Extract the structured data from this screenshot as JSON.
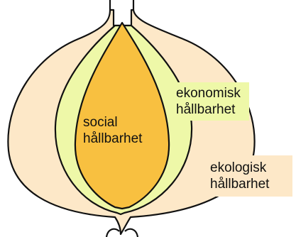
{
  "colors": {
    "outer_layer": "#fde8c8",
    "middle_layer": "#eef8a8",
    "inner_core": "#f8c040",
    "econ_label_bg": "#eef8a8",
    "eco_label_bg": "#fde8c8",
    "stroke": "#111111"
  },
  "layers": {
    "inner": {
      "line1": "social",
      "line2": "hållbarhet"
    },
    "middle": {
      "line1": "ekonomisk",
      "line2": "hållbarhet"
    },
    "outer": {
      "line1": "ekologisk",
      "line2": "hållbarhet"
    }
  }
}
